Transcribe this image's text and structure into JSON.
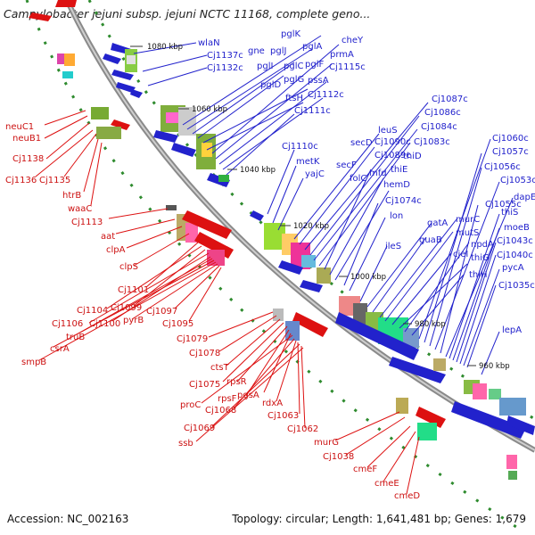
{
  "title": "Campylobacter jejuni subsp. jejuni NCTC 11168, complete geno...",
  "footer": {
    "accession": "Accession: NC_002163",
    "info": "Topology: circular; Length: 1,641,481 bp; Genes: 1,679"
  },
  "colors": {
    "forward": "#2222cc",
    "reverse": "#dd1111",
    "backbone": "#888888",
    "dots": "#228b22"
  },
  "ticks": [
    "1080 kbp",
    "1060 kbp",
    "1040 kbp",
    "1020 kbp",
    "1000 kbp",
    "980 kbp",
    "960 kbp"
  ],
  "blue_labels": [
    "wlaN",
    "Cj1137c",
    "gne",
    "Cj1132c",
    "pglK",
    "pglJ",
    "pglI",
    "pglA",
    "pglC",
    "pglF",
    "pglG",
    "cheY",
    "prmA",
    "Cj1115c",
    "pglD",
    "pssA",
    "Cj1112c",
    "ftsH",
    "Cj1111c",
    "Cj1110c",
    "metK",
    "yajC",
    "leuS",
    "secD",
    "Cj1090c",
    "Cj1089c",
    "Cj1083c",
    "secF",
    "folC",
    "mfd",
    "thiD",
    "thiE",
    "hemD",
    "Cj1087c",
    "Cj1086c",
    "Cj1084c",
    "Cj1074c",
    "lon",
    "ileS",
    "gatA",
    "guaB",
    "murC",
    "mutS",
    "cjeI",
    "thiG",
    "npdA",
    "thiH",
    "Cj1060c",
    "Cj1057c",
    "Cj1056c",
    "Cj1053c",
    "Cj1055c",
    "dapE",
    "thiS",
    "moeB",
    "Cj1043c",
    "Cj1040c",
    "pycA",
    "Cj1035c",
    "lepA"
  ],
  "red_labels": [
    "neuC1",
    "neuB1",
    "Cj1138",
    "Cj1136",
    "Cj1135",
    "htrB",
    "waaC",
    "Cj1113",
    "aat",
    "clpA",
    "clpS",
    "Cj1101",
    "Cj1104",
    "Cj1099",
    "Cj1106",
    "Cj1100",
    "truB",
    "csrA",
    "smpB",
    "pyrB",
    "Cj1097",
    "Cj1095",
    "Cj1079",
    "Cj1078",
    "ctsT",
    "Cj1075",
    "rpsR",
    "rpsF",
    "pgsA",
    "proC",
    "Cj1068",
    "rdxA",
    "Cj1063",
    "Cj1069",
    "Cj1062",
    "ssb",
    "murG",
    "Cj1038",
    "cmeF",
    "cmeE",
    "cmeD"
  ]
}
